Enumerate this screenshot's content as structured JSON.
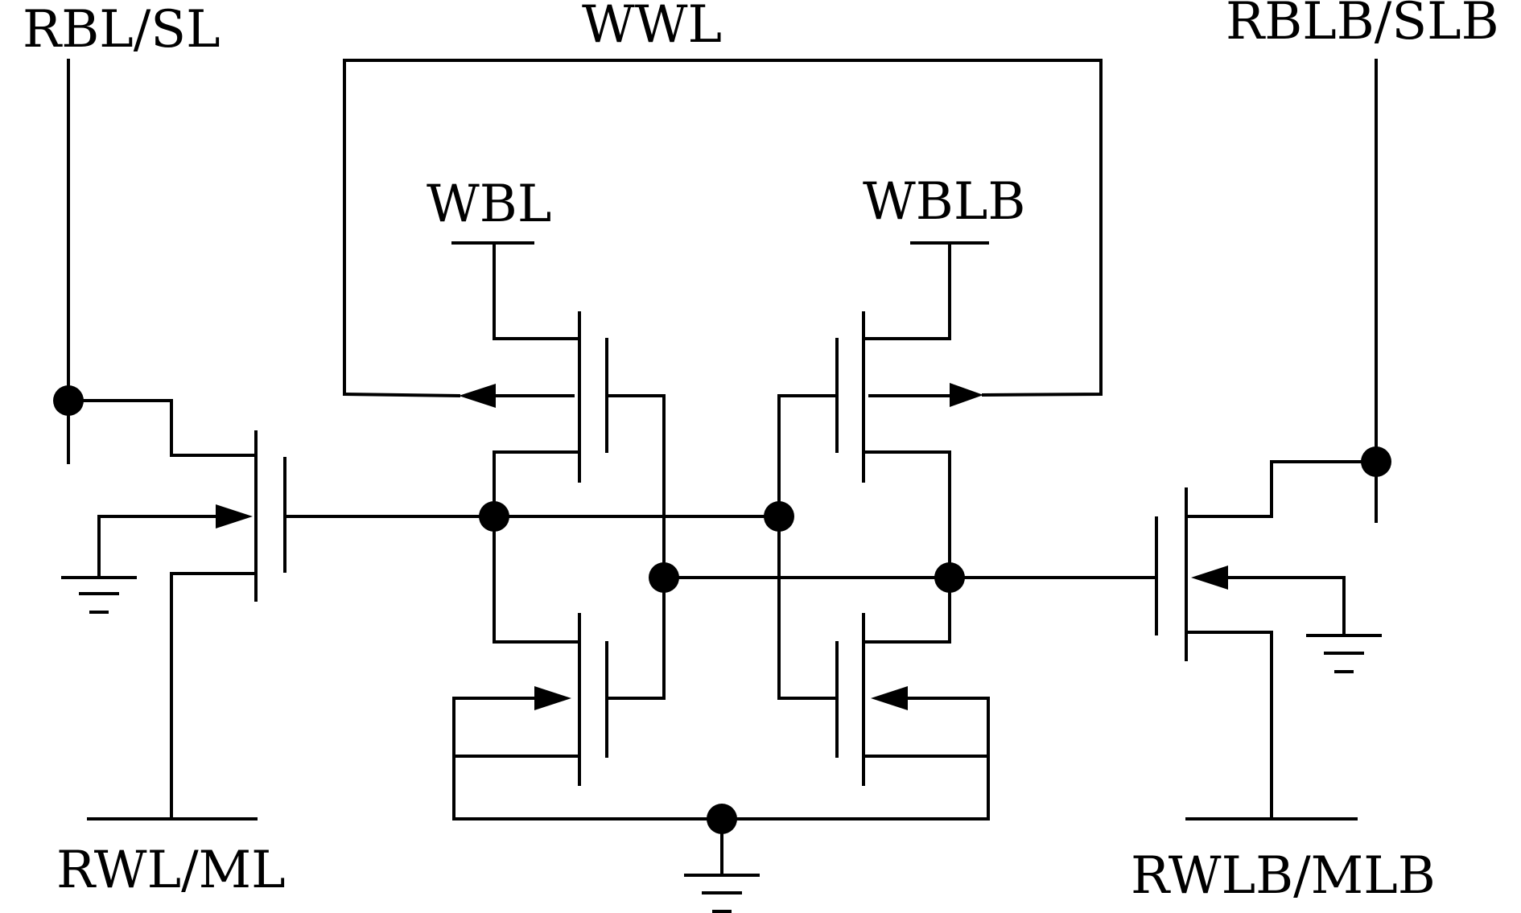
{
  "labels": {
    "rbl_sl": "RBL/SL",
    "wwl": "WWL",
    "rblb_slb": "RBLB/SLB",
    "wbl": "WBL",
    "wblb": "WBLB",
    "rwl_ml": "RWL/ML",
    "rwlb_mlb": "RWLB/MLB"
  },
  "colors": {
    "stroke": "#000000",
    "background": "#ffffff"
  }
}
